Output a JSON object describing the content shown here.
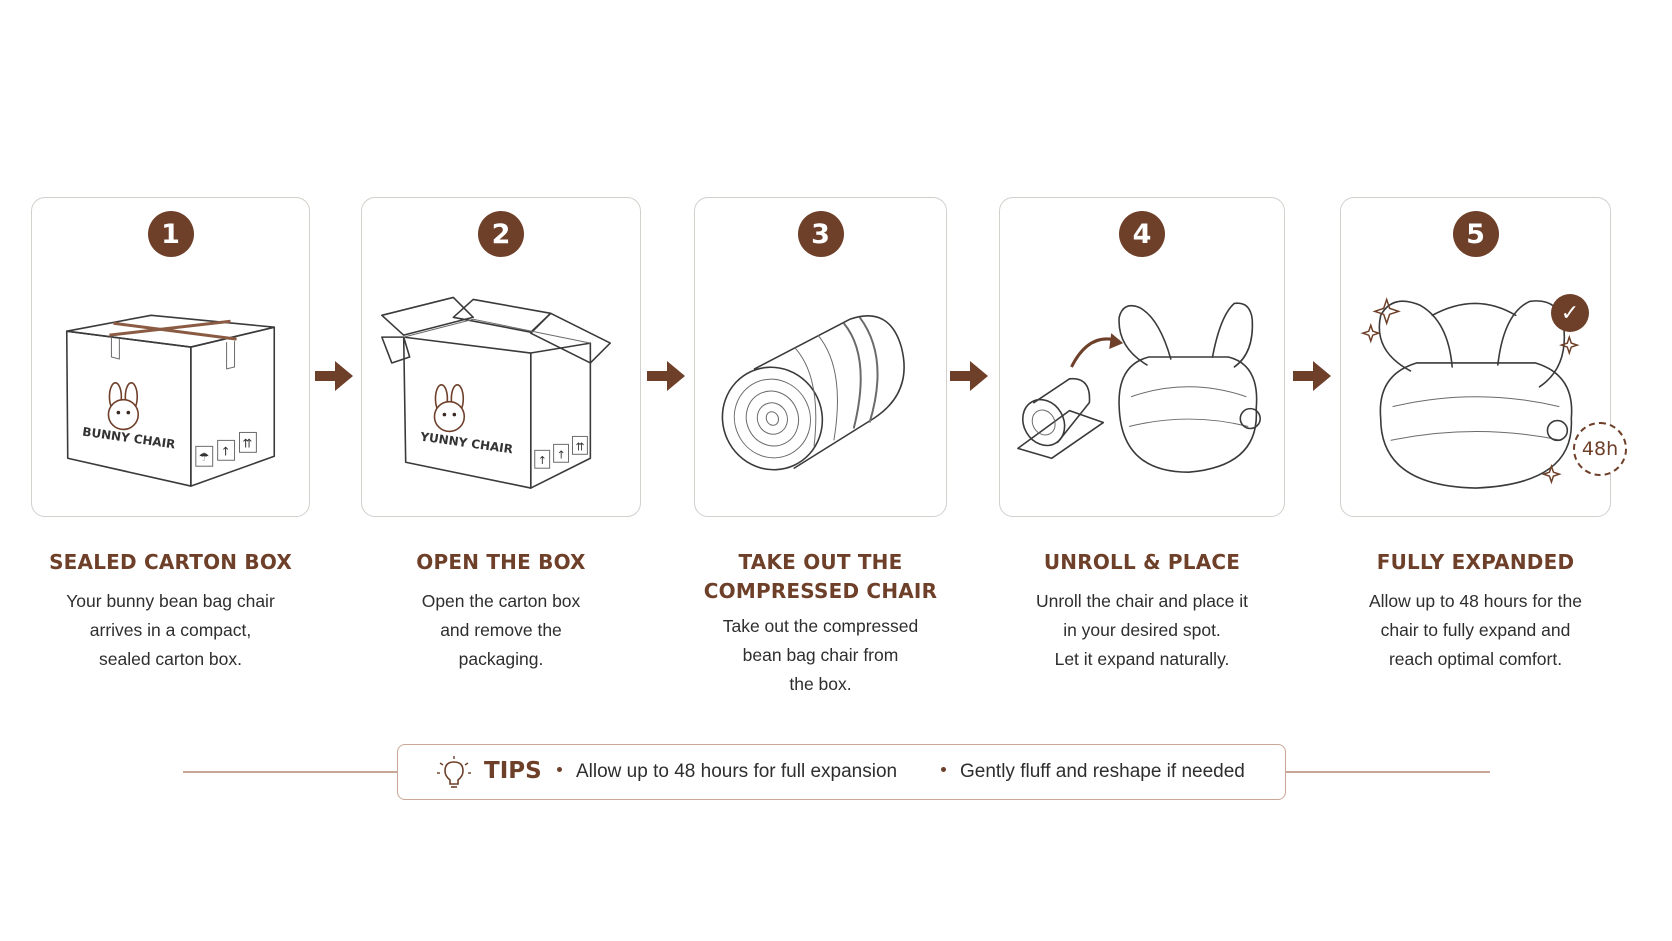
{
  "steps": [
    {
      "number": "1",
      "title": "SEALED CARTON BOX",
      "description": "Your bunny bean bag chair\narrives in a compact,\nsealed carton box.",
      "box_label": "BUNNY CHAIR"
    },
    {
      "number": "2",
      "title": "OPEN THE BOX",
      "description": "Open the carton box\nand remove the\npackaging.",
      "box_label": "YUNNY CHAIR"
    },
    {
      "number": "3",
      "title": "TAKE OUT THE\nCOMPRESSED CHAIR",
      "description": "Take out the compressed\nbean bag chair from\nthe box."
    },
    {
      "number": "4",
      "title": "UNROLL & PLACE",
      "description": "Unroll the chair and place it\nin your desired spot.\nLet it expand naturally."
    },
    {
      "number": "5",
      "title": "FULLY EXPANDED",
      "description": "Allow up to 48 hours for the\nchair to fully expand and\nreach optimal comfort.",
      "timer_label": "48h"
    }
  ],
  "tips": {
    "label": "TIPS",
    "items": [
      "Allow up to 48 hours for full expansion",
      "Gently fluff and reshape if needed"
    ]
  },
  "icons": {
    "step_arrow": "right-arrow-icon",
    "tips": "lightbulb-icon",
    "done": "checkmark-icon",
    "sparkle": "sparkle-icon",
    "timer": "clock-icon"
  },
  "colors": {
    "accent": "#6e3f29",
    "card_border": "#d3cfcb",
    "text": "#2e2e2e"
  }
}
